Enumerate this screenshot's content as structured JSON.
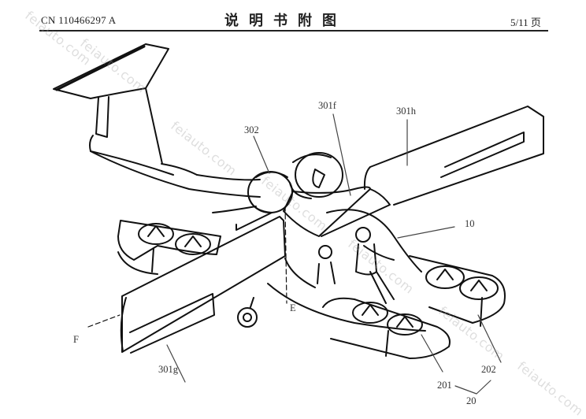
{
  "header": {
    "patent_number": "CN 110466297 A",
    "title": "说明书附图",
    "page": "5/11 页"
  },
  "figure": {
    "description": "Patent drawing of amphibious VTOL aircraft with tilting ducted fans, twin-hull pontoons with lift fans, and seated occupants",
    "reference_labels": {
      "ref_302": "302",
      "ref_301f": "301f",
      "ref_301h": "301h",
      "ref_10": "10",
      "ref_E": "E",
      "ref_F": "F",
      "ref_301g": "301g",
      "ref_201": "201",
      "ref_202": "202",
      "ref_20": "20"
    }
  },
  "watermark": {
    "text": "feiauto.com"
  }
}
